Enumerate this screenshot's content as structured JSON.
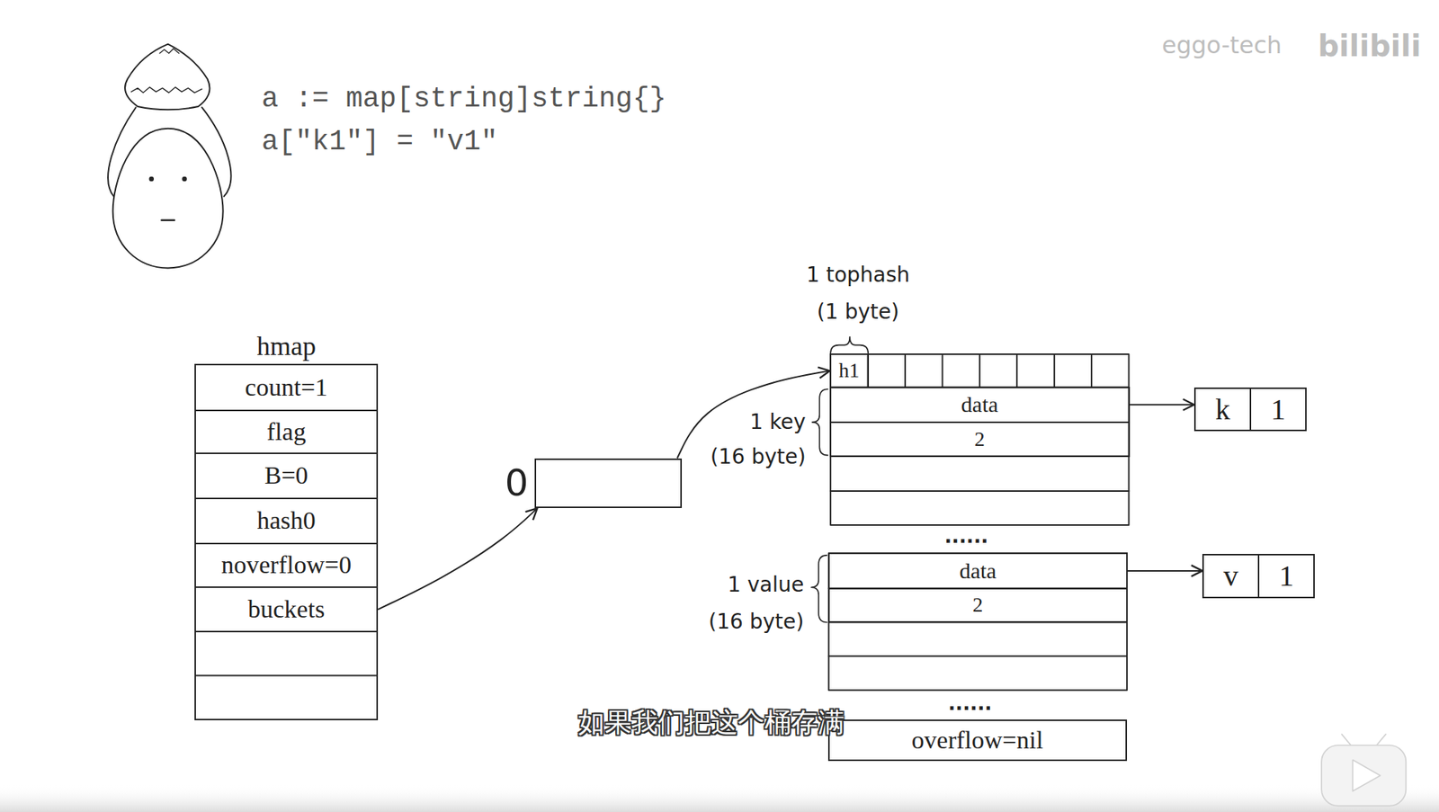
{
  "diagram": {
    "caption": "如果我们把这个桶存满",
    "nodes": [
      {
        "text": [
          "hmap"
        ]
      },
      {
        "text": [
          "count=1"
        ],
        "in": 0
      },
      {
        "text": [
          "flag"
        ],
        "in": 0
      },
      {
        "text": [
          "B=0"
        ],
        "in": 0
      },
      {
        "text": [
          "hash0"
        ],
        "in": 0
      },
      {
        "text": [
          "noverflow=0"
        ],
        "in": 0
      },
      {
        "text": [
          "buckets"
        ],
        "in": 0
      },
      {
        "text": [
          "0"
        ]
      },
      {
        "text": [
          "h1"
        ]
      },
      {
        "text": [
          "data"
        ]
      },
      {
        "text": [
          "2"
        ]
      },
      {
        "text": [
          "k",
          "1"
        ]
      },
      {
        "text": [
          "data"
        ]
      },
      {
        "text": [
          "2"
        ]
      },
      {
        "text": [
          "v",
          "1"
        ]
      },
      {
        "text": [
          "overflow=nil"
        ]
      }
    ],
    "edges": [
      {
        "from": 6,
        "to": 7,
        "arrow": "to"
      },
      {
        "from": 7,
        "to": 8,
        "arrow": "to"
      },
      {
        "from": 9,
        "to": 11,
        "arrow": "to"
      },
      {
        "from": 12,
        "to": 14,
        "arrow": "to"
      }
    ],
    "labels": [
      "a := map[string]string{}",
      "a[\"k1\"] = \"v1\"",
      "1 tophash",
      "(1 byte)",
      "1 key",
      "(16 byte)",
      "1 value",
      "(16 byte)",
      "......",
      "......",
      "eggo-tech",
      "bilibili"
    ]
  }
}
